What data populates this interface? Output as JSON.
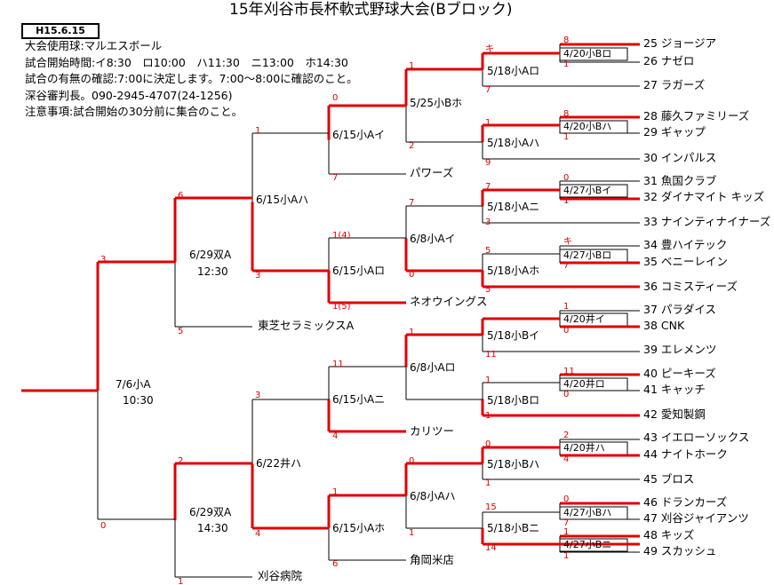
{
  "title": "15年刈谷市長杯軟式野球大会(Bブロック)",
  "date_box": "H15.6.15",
  "notes": [
    "大会使用球:マルエスボール",
    "試合開始時間:イ8:30　ロ10:00　ハ11:30　ニ13:00　ホ14:30",
    "試合の有無の確認:7:00に決定します。7:00〜8:00に確認のこと。",
    "深谷審判長。090-2945-4707(24-1256)",
    "注意事項:試合開始の30分前に集合のこと。"
  ],
  "teams": [
    {
      "num": "25",
      "name": "ジョージア"
    },
    {
      "num": "26",
      "name": "ナゼロ"
    },
    {
      "num": "27",
      "name": "ラガーズ"
    },
    {
      "num": "28",
      "name": "藤久ファミリーズ"
    },
    {
      "num": "29",
      "name": "ギャップ"
    },
    {
      "num": "30",
      "name": "インパルス"
    },
    {
      "num": "31",
      "name": "魚国クラブ"
    },
    {
      "num": "32",
      "name": "ダイナマイト キッズ"
    },
    {
      "num": "33",
      "name": "ナインティナイナーズ"
    },
    {
      "num": "34",
      "name": "豊ハイテック"
    },
    {
      "num": "35",
      "name": "ベニーレイン"
    },
    {
      "num": "36",
      "name": "コミスティーズ"
    },
    {
      "num": "37",
      "name": "パラダイス"
    },
    {
      "num": "38",
      "name": "CNK"
    },
    {
      "num": "39",
      "name": "エレメンツ"
    },
    {
      "num": "40",
      "name": "ピーキーズ"
    },
    {
      "num": "41",
      "name": "キャッチ"
    },
    {
      "num": "42",
      "name": "愛知製鋼"
    },
    {
      "num": "43",
      "name": "イエローソックス"
    },
    {
      "num": "44",
      "name": "ナイトホーク"
    },
    {
      "num": "45",
      "name": "ブロス"
    },
    {
      "num": "46",
      "name": "ドランカーズ"
    },
    {
      "num": "47",
      "name": "刈谷ジャイアンツ"
    },
    {
      "num": "48",
      "name": "キッズ"
    },
    {
      "num": "49",
      "name": "スカッシュ"
    }
  ],
  "seeded_teams": [
    "パワーズ",
    "ネオウイングス",
    "東芝セラミックスA",
    "カリツー",
    "角岡米店",
    "刈谷病院"
  ],
  "match_labels": {
    "r1": [
      "4/20小Bロ",
      "4/20小Bハ",
      "4/27小Bイ",
      "4/27小Bロ",
      "4/20井イ",
      "4/20井ロ",
      "4/20井ハ",
      "4/27小Bハ",
      "4/27小Bニ"
    ],
    "r2": [
      "5/18小Aロ",
      "5/18小Aハ",
      "5/18小Aニ",
      "5/18小Aホ",
      "5/18小Bイ",
      "5/18小Bロ",
      "5/18小Bハ",
      "5/18小Bニ"
    ],
    "r3": [
      "5/25小Bホ",
      "6/8小Aイ",
      "6/8小Aロ",
      "6/8小Aハ"
    ],
    "r4": [
      "6/15小Aイ",
      "6/15小Aロ",
      "6/15小Aニ",
      "6/15小Aホ"
    ],
    "r5": [
      "6/15小Aハ",
      "6/22井ハ"
    ],
    "semi_top": [
      "6/29双A",
      "12:30"
    ],
    "semi_bottom": [
      "6/29双A",
      "14:30"
    ],
    "final": [
      "7/6小A",
      "10:30"
    ]
  },
  "scores": [
    "8",
    "1",
    "1",
    "7",
    "キ",
    "8",
    "1",
    "1",
    "2",
    "9",
    "0",
    "1",
    "7",
    "3",
    "7",
    "0",
    "キ",
    "7",
    "5",
    "5",
    "1",
    "0",
    "1",
    "11",
    "11",
    "0",
    "1",
    "1",
    "0",
    "2",
    "4",
    "1",
    "0",
    "15",
    "1",
    "14",
    "0",
    "7",
    "1",
    "1",
    "0",
    "7",
    "1",
    "キ",
    "1(4)",
    "1(5)",
    "6",
    "3",
    "5",
    "3",
    "4",
    "1",
    "6",
    "4",
    "2",
    "0",
    "1",
    "3",
    "11",
    "4"
  ],
  "colors": {
    "win": "#e00000",
    "line": "#000000",
    "score": "#e00000"
  }
}
